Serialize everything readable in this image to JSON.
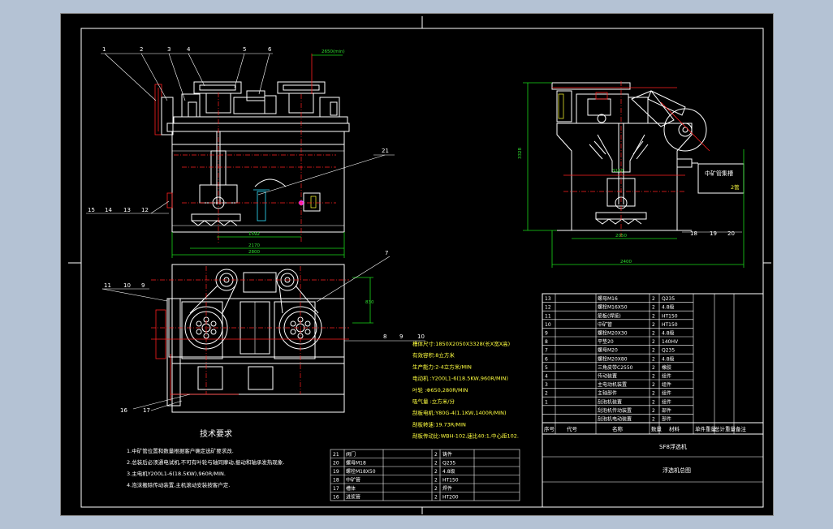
{
  "drawing": {
    "tech_req_title": "技术要求",
    "tech_req": [
      "1.中矿管位置和数量根据客户确定选矿要求改.",
      "2.总装后必须通电试机,不可有叶轮与轴同摩动,振动和轴承发热现象.",
      "3.主电机Y200L1-6(18.5KW),960R/MIN.",
      "4.泡沫搬除传动装置,主机滚动安装按客户定."
    ],
    "specs": [
      "槽体尺寸:1850X2050X3328(长X宽X高)",
      "有效容积:8立方米",
      "生产能力:2-4立方米/MIN",
      "电动机 :Y200L1-6(18.5KW,960R/MIN)",
      "叶轮 :Φ650,280R/MIN",
      "吸气量 :立方米/分",
      "刮板电机:Y80G-4(1.1KW,1400R/MIN)",
      "刮板转速:19.73R/MIN",
      "刮板传动比:WBH-102,速比40:1,中心距102."
    ],
    "side_callouts": [
      "中矿管集槽",
      "2管"
    ],
    "title_block": {
      "model": "SF8浮选机",
      "name": "浮选机总图"
    }
  },
  "bom": {
    "headers": [
      "序号",
      "代号",
      "名称",
      "数量",
      "材料",
      "单件重量",
      "总计重量",
      "备注"
    ],
    "rows": [
      [
        "13",
        "",
        "螺母M16",
        "2",
        "Q235",
        ""
      ],
      [
        "12",
        "",
        "螺栓M16X50",
        "2",
        "4.8级",
        ""
      ],
      [
        "11",
        "",
        "筋板(焊接)",
        "2",
        "HT150",
        ""
      ],
      [
        "10",
        "",
        "中矿管",
        "2",
        "HT150",
        ""
      ],
      [
        "9",
        "",
        "螺栓M20X30",
        "2",
        "4.8级",
        ""
      ],
      [
        "8",
        "",
        "平垫20",
        "2",
        "140HV",
        ""
      ],
      [
        "7",
        "",
        "螺母M20",
        "2",
        "Q235",
        ""
      ],
      [
        "6",
        "",
        "螺栓M20X80",
        "2",
        "4.8级",
        ""
      ],
      [
        "5",
        "",
        "三角皮带C2550",
        "2",
        "橡胶",
        ""
      ],
      [
        "4",
        "",
        "传动装置",
        "2",
        "组件",
        ""
      ],
      [
        "3",
        "",
        "主电动机装置",
        "2",
        "组件",
        ""
      ],
      [
        "2",
        "",
        "主轴部件",
        "2",
        "组件",
        ""
      ],
      [
        "1",
        "",
        "刮泡机装置",
        "2",
        "组件",
        ""
      ],
      [
        "",
        "",
        "刮泡机传动装置",
        "2",
        "部件",
        ""
      ],
      [
        "",
        "",
        "刮泡机电动装置",
        "2",
        "部件",
        ""
      ]
    ],
    "lower_rows": [
      [
        "21",
        "",
        "阀门",
        "2",
        "铸件",
        ""
      ],
      [
        "20",
        "",
        "螺母M18",
        "2",
        "Q235",
        ""
      ],
      [
        "19",
        "",
        "螺栓M18X50",
        "2",
        "4.8级",
        ""
      ],
      [
        "18",
        "",
        "中矿管",
        "2",
        "HT150",
        ""
      ],
      [
        "17",
        "",
        "槽体",
        "2",
        "焊件",
        ""
      ],
      [
        "16",
        "",
        "进浆管",
        "2",
        "HT200",
        ""
      ]
    ]
  },
  "dims": {
    "front_w1": "1592",
    "front_w2": "2170",
    "front_w3": "2800",
    "side_h": "3328",
    "side_w1": "2050",
    "side_w2": "2400",
    "side_w3": "3100",
    "plan_h": "830",
    "top_elev": "2650(min)"
  },
  "labels": {
    "top_row": [
      "1",
      "2",
      "3",
      "4",
      "5",
      "6"
    ],
    "left_row": [
      "15",
      "14",
      "13",
      "12"
    ],
    "plan_left": [
      "11",
      "10",
      "9"
    ],
    "plan_right": [
      "8",
      "9",
      "10"
    ],
    "plan_bottom": [
      "16",
      "17"
    ],
    "side_bottom": [
      "18",
      "19",
      "20"
    ],
    "misc": [
      "21",
      "7"
    ]
  }
}
